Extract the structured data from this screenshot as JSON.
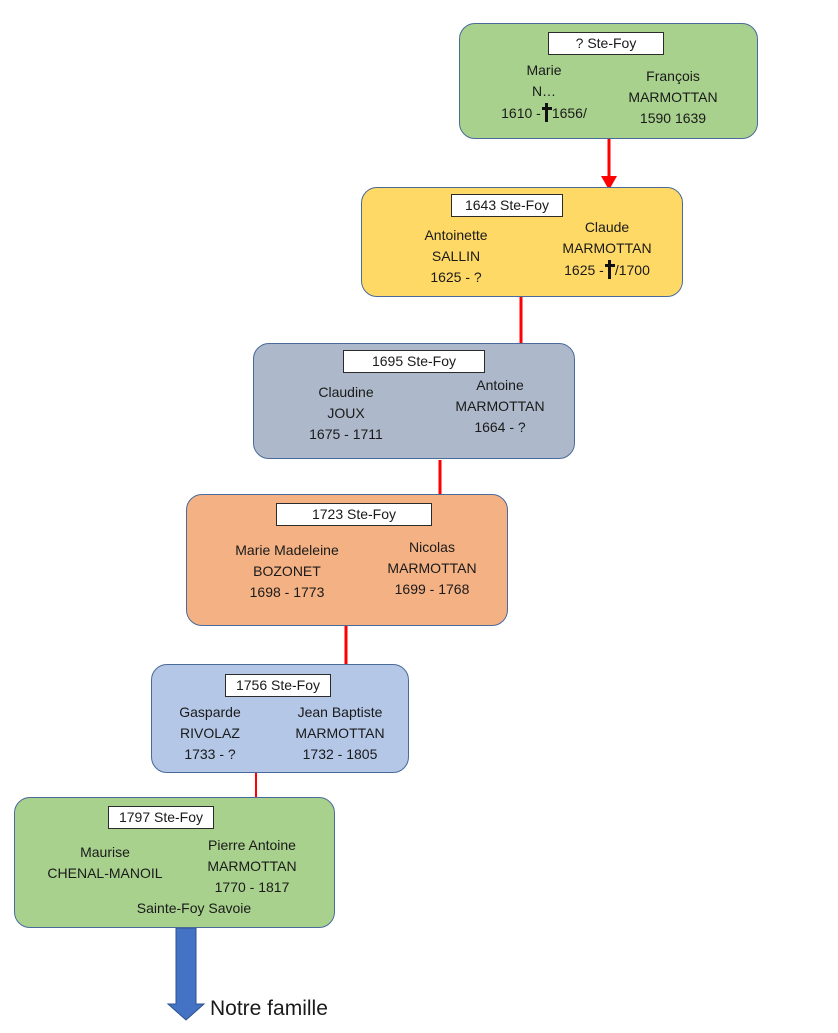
{
  "colors": {
    "gen1": "#a9d18e",
    "gen2": "#ffd966",
    "gen3": "#adb9ca",
    "gen4": "#f4b183",
    "gen5": "#b4c7e7",
    "gen6": "#a9d18e",
    "arrow": "#ff0000",
    "final_arrow": "#4472c4"
  },
  "generations": [
    {
      "marriage": "?  Ste-Foy",
      "wife": {
        "line1": "Marie",
        "line2": "N…",
        "dates_a": "1610 -",
        "dates_b": "1656/",
        "has_cross": true
      },
      "husband": {
        "line1": "François",
        "line2": "MARMOTTAN",
        "dates": "1590 1639"
      }
    },
    {
      "marriage": "1643 Ste-Foy",
      "wife": {
        "line1": "Antoinette",
        "line2": "SALLIN",
        "dates": "1625 - ?"
      },
      "husband": {
        "line1": "Claude",
        "line2": "MARMOTTAN",
        "dates_a": "1625 -",
        "dates_b": "/1700",
        "has_cross": true
      }
    },
    {
      "marriage": "1695 Ste-Foy",
      "wife": {
        "line1": "Claudine",
        "line2": "JOUX",
        "dates": "1675 - 1711"
      },
      "husband": {
        "line1": "Antoine",
        "line2": "MARMOTTAN",
        "dates": "1664 - ?"
      }
    },
    {
      "marriage": "1723 Ste-Foy",
      "wife": {
        "line1": "Marie Madeleine",
        "line2": "BOZONET",
        "dates": "1698 - 1773"
      },
      "husband": {
        "line1": "Nicolas",
        "line2": "MARMOTTAN",
        "dates": "1699 - 1768"
      }
    },
    {
      "marriage": "1756 Ste-Foy",
      "wife": {
        "line1": "Gasparde",
        "line2": "RIVOLAZ",
        "dates": "1733 - ?"
      },
      "husband": {
        "line1": "Jean Baptiste",
        "line2": "MARMOTTAN",
        "dates": "1732 - 1805"
      }
    },
    {
      "marriage": "1797 Ste-Foy",
      "wife": {
        "line1": "Maurise",
        "line2": "CHENAL-MANOIL"
      },
      "husband": {
        "line1": "Pierre Antoine",
        "line2": "MARMOTTAN",
        "dates": "1770 - 1817"
      },
      "place": "Sainte-Foy Savoie"
    }
  ],
  "final_label": "Notre famille"
}
